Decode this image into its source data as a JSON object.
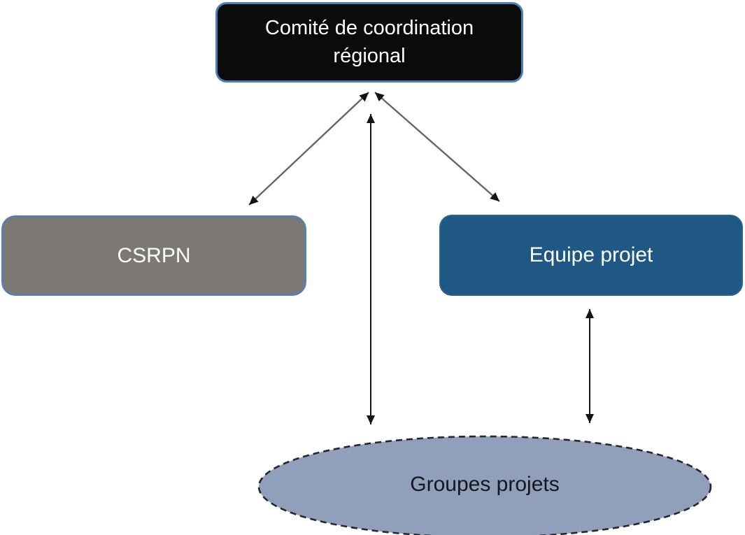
{
  "diagram": {
    "type": "org-structure",
    "nodes": {
      "comite": {
        "label": "Comité de coordination régional",
        "shape": "rounded-rectangle",
        "fill": "#0b0b0b",
        "border": "#4d7ebc",
        "text_color": "#ffffff"
      },
      "csrpn": {
        "label": "CSRPN",
        "shape": "rounded-rectangle",
        "fill": "#7c7874",
        "border": "#577fad",
        "text_color": "#ffffff"
      },
      "equipe": {
        "label": "Equipe projet",
        "shape": "rounded-rectangle",
        "fill": "#1f5884",
        "border": "#2d6290",
        "text_color": "#ffffff"
      },
      "groupes": {
        "label": "Groupes projets",
        "shape": "dashed-ellipse",
        "fill": "#91a0ba",
        "border": "#26262e",
        "text_color": "#16161c"
      }
    },
    "edges": [
      {
        "from": "comite",
        "to": "csrpn",
        "style": "double-headed-arrow",
        "color": "#666666"
      },
      {
        "from": "comite",
        "to": "equipe",
        "style": "double-headed-arrow",
        "color": "#666666"
      },
      {
        "from": "comite",
        "to": "groupes",
        "style": "double-headed-arrow",
        "color": "#141414"
      },
      {
        "from": "equipe",
        "to": "groupes",
        "style": "double-headed-arrow",
        "color": "#141414"
      }
    ],
    "background": "#ffffff"
  }
}
